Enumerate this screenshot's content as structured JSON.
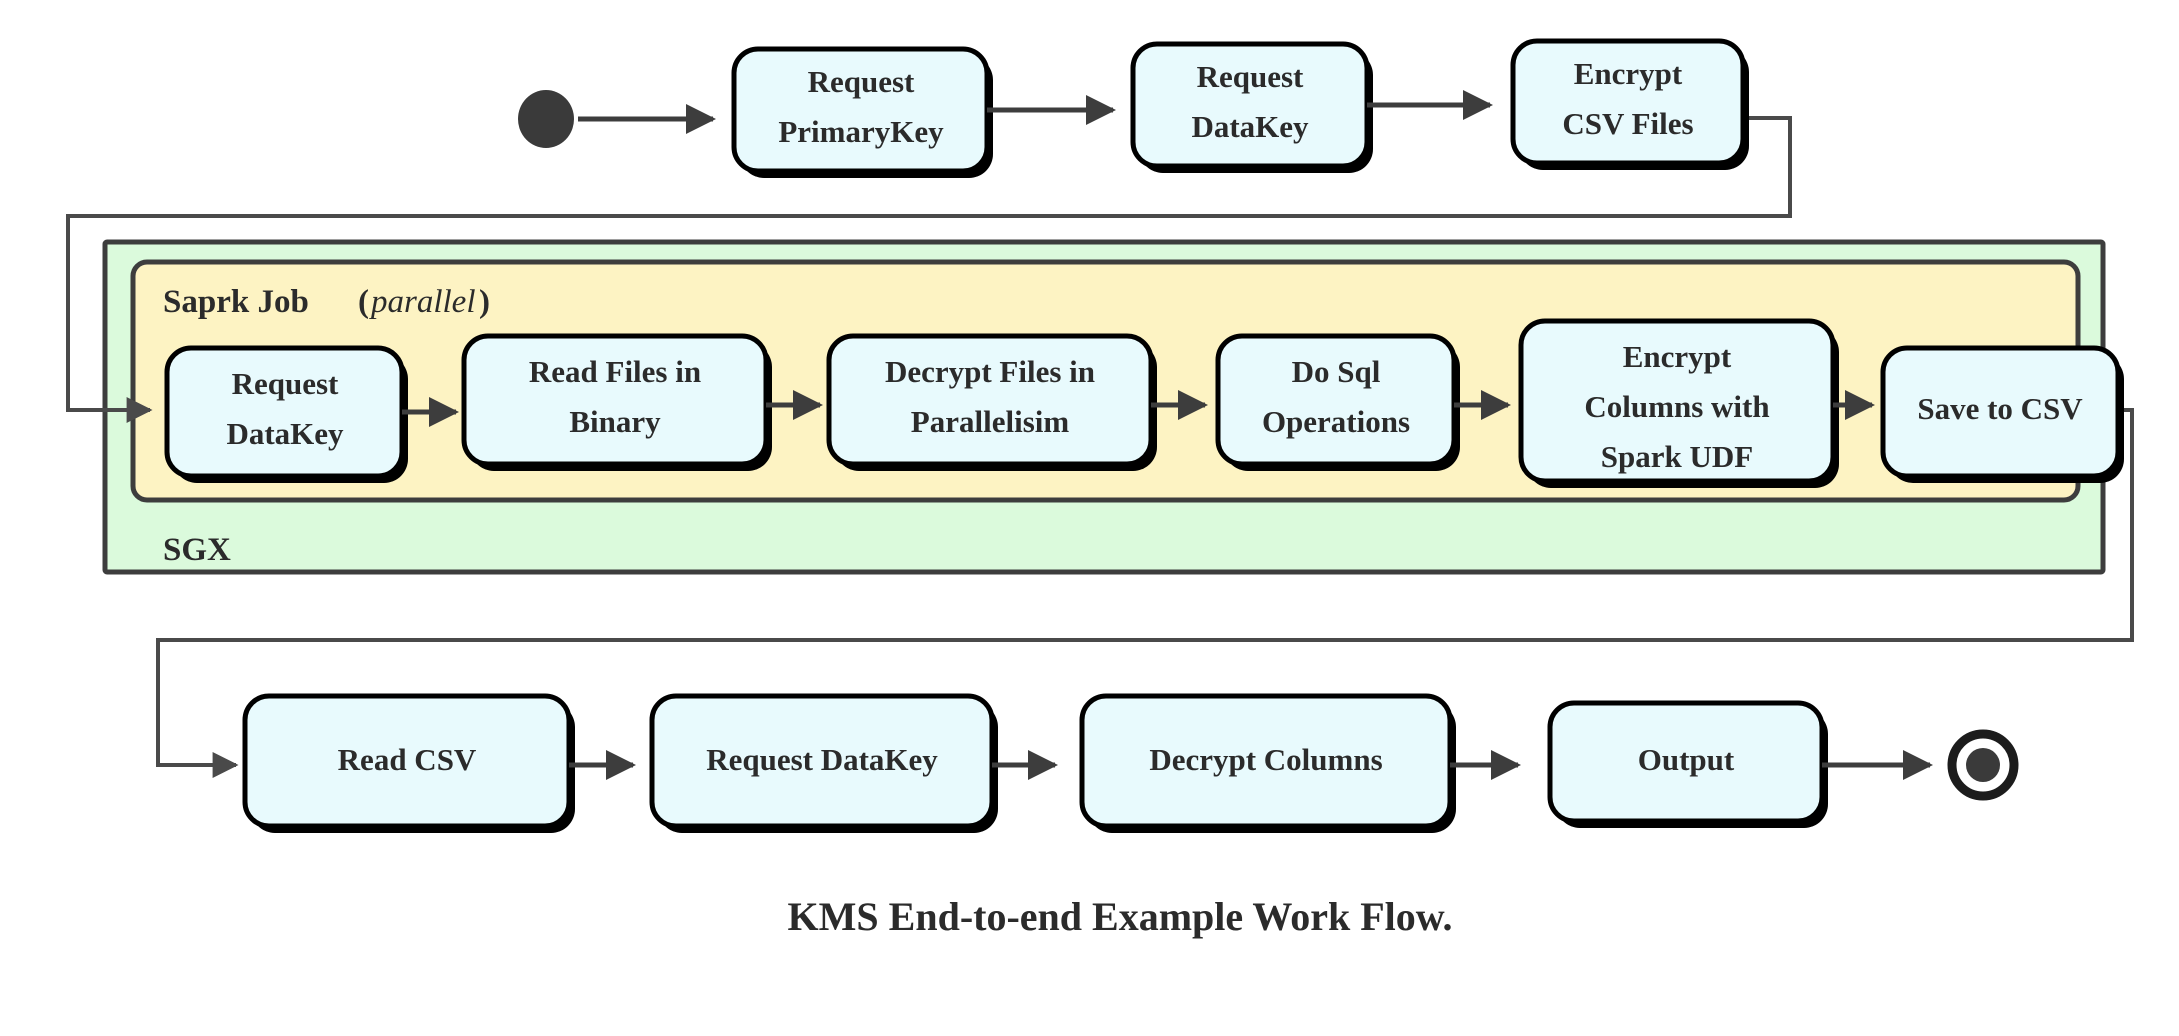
{
  "diagram": {
    "title": "KMS End-to-end Example Work Flow.",
    "type": "activity-flow-diagram",
    "colors": {
      "node_fill": "#e8fafd",
      "node_stroke": "#000000",
      "sgx_fill": "#dbfadc",
      "spark_fill": "#fdf3c3",
      "container_stroke": "#3d3d3d",
      "edge_stroke": "#3d3d3d",
      "text": "#2b2b2b",
      "background": "#ffffff"
    },
    "start_node": {
      "name": "start-state",
      "shape": "filled-circle"
    },
    "end_node": {
      "name": "final-state",
      "shape": "ringed-filled-circle"
    },
    "containers": [
      {
        "id": "sgx",
        "label": "SGX",
        "label_position": "bottom-left",
        "fill": "#dbfadc"
      },
      {
        "id": "spark-job",
        "label": "Saprk Job",
        "label_suffix": "(parallel)",
        "label_suffix_italic": "parallel",
        "label_position": "top-left",
        "fill": "#fdf3c3"
      }
    ],
    "rows": {
      "top": {
        "name": "top-row",
        "nodes": [
          {
            "id": "request-primarykey",
            "lines": [
              "Request",
              "PrimaryKey"
            ]
          },
          {
            "id": "request-datakey-top",
            "lines": [
              "Request",
              "DataKey"
            ]
          },
          {
            "id": "encrypt-csv-files",
            "lines": [
              "Encrypt",
              "CSV Files"
            ]
          }
        ]
      },
      "spark": {
        "name": "spark-row",
        "nodes": [
          {
            "id": "request-datakey-spark",
            "lines": [
              "Request",
              "DataKey"
            ]
          },
          {
            "id": "read-files-in-binary",
            "lines": [
              "Read Files in",
              "Binary"
            ]
          },
          {
            "id": "decrypt-files-in-parallelisim",
            "lines": [
              "Decrypt Files in",
              "Parallelisim"
            ]
          },
          {
            "id": "do-sql-operations",
            "lines": [
              "Do Sql",
              "Operations"
            ]
          },
          {
            "id": "encrypt-columns-with-spark-udf",
            "lines": [
              "Encrypt",
              "Columns with",
              "Spark UDF"
            ]
          },
          {
            "id": "save-to-csv",
            "lines": [
              "Save to CSV"
            ]
          }
        ]
      },
      "bottom": {
        "name": "bottom-row",
        "nodes": [
          {
            "id": "read-csv",
            "lines": [
              "Read CSV"
            ]
          },
          {
            "id": "request-datakey-bottom",
            "lines": [
              "Request DataKey"
            ]
          },
          {
            "id": "decrypt-columns",
            "lines": [
              "Decrypt Columns"
            ]
          },
          {
            "id": "output",
            "lines": [
              "Output"
            ]
          }
        ]
      }
    },
    "flow_sequence": [
      "start-state",
      "Request PrimaryKey",
      "Request DataKey",
      "Encrypt CSV Files",
      "Request DataKey",
      "Read Files in Binary",
      "Decrypt Files in Parallelisim",
      "Do Sql Operations",
      "Encrypt Columns with Spark UDF",
      "Save to CSV",
      "Read CSV",
      "Request DataKey",
      "Decrypt Columns",
      "Output",
      "final-state"
    ]
  }
}
